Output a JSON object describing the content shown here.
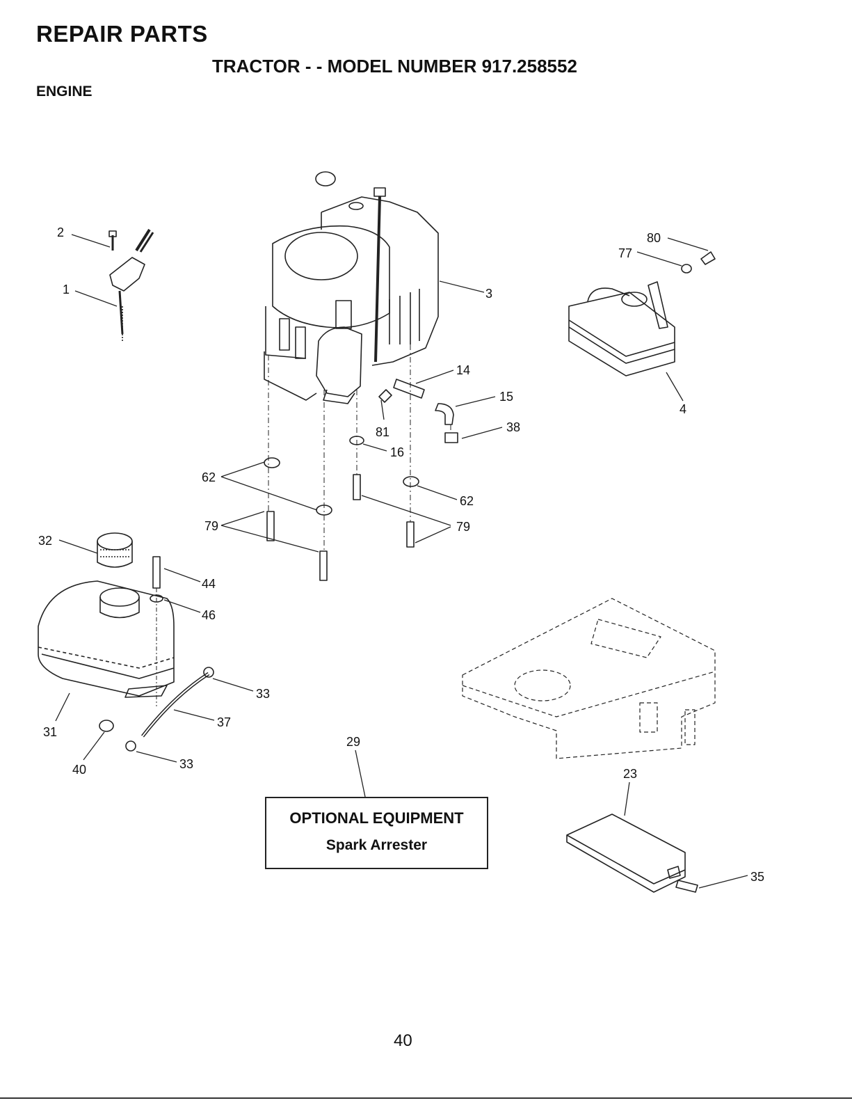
{
  "header": {
    "title": "REPAIR PARTS",
    "subtitle": "TRACTOR - - MODEL NUMBER 917.258552",
    "section": "ENGINE"
  },
  "callouts": {
    "c1": "1",
    "c2": "2",
    "c3": "3",
    "c4": "4",
    "c14": "14",
    "c15": "15",
    "c16": "16",
    "c23": "23",
    "c29": "29",
    "c31": "31",
    "c32": "32",
    "c33a": "33",
    "c33b": "33",
    "c35": "35",
    "c37": "37",
    "c38": "38",
    "c40": "40",
    "c44": "44",
    "c46": "46",
    "c62a": "62",
    "c62b": "62",
    "c77": "77",
    "c79a": "79",
    "c79b": "79",
    "c80": "80",
    "c81": "81"
  },
  "optional_equipment": {
    "title": "OPTIONAL EQUIPMENT",
    "item": "Spark Arrester"
  },
  "footer": {
    "page_number": "40"
  }
}
